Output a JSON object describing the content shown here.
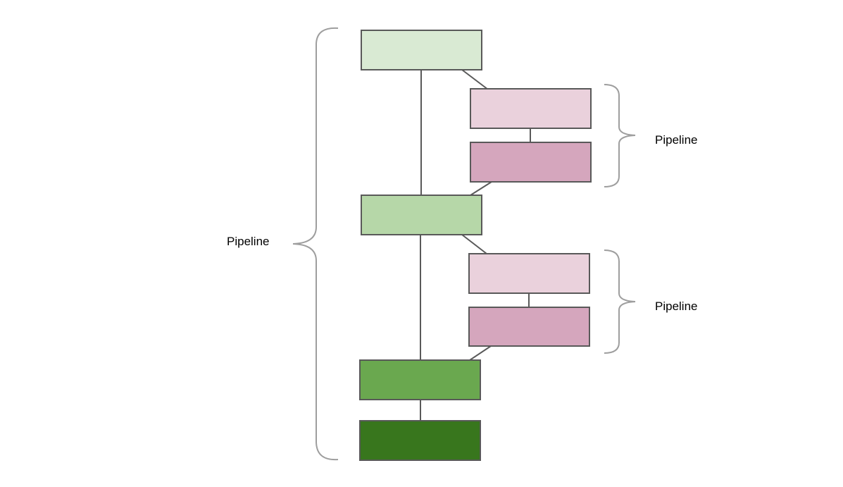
{
  "labels": {
    "outer_pipeline": "Pipeline",
    "upper_inner_pipeline": "Pipeline",
    "lower_inner_pipeline": "Pipeline"
  },
  "colors": {
    "box_stroke": "#595959",
    "brace": "#9e9e9e",
    "green_1": "#d9ead3",
    "green_2": "#b6d7a8",
    "green_3": "#6aa84f",
    "green_4": "#38761d",
    "pink_light": "#ead1dc",
    "pink_medium": "#d5a6bd"
  }
}
